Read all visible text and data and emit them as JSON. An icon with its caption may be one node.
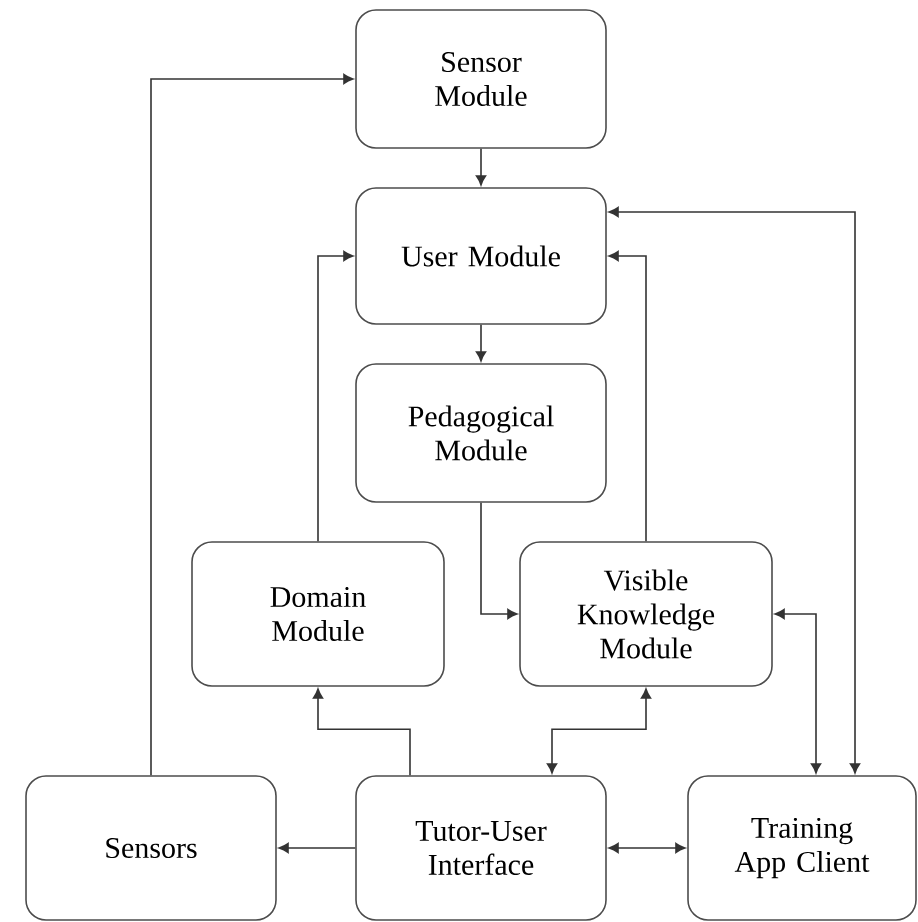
{
  "diagram": {
    "nodes": [
      {
        "text": [
          "Sensor Module"
        ]
      },
      {
        "text": [
          "User Module"
        ]
      },
      {
        "text": [
          "Pedagogical Module"
        ]
      },
      {
        "text": [
          "Domain Module"
        ]
      },
      {
        "text": [
          "Visible Knowledge Module"
        ]
      },
      {
        "text": [
          "Sensors"
        ]
      },
      {
        "text": [
          "Tutor-User Interface"
        ]
      },
      {
        "text": [
          "Training App Client"
        ]
      }
    ],
    "edges": [
      {
        "from": 5,
        "to": 0,
        "arrow": "to"
      },
      {
        "from": 0,
        "to": 1,
        "arrow": "to"
      },
      {
        "from": 1,
        "to": 2,
        "arrow": "to"
      },
      {
        "from": 3,
        "to": 1,
        "arrow": "to"
      },
      {
        "from": 4,
        "to": 1,
        "arrow": "to"
      },
      {
        "from": 1,
        "to": 7,
        "arrow": "both"
      },
      {
        "from": 2,
        "to": 4,
        "arrow": "to"
      },
      {
        "from": 6,
        "to": 3,
        "arrow": "to"
      },
      {
        "from": 6,
        "to": 4,
        "arrow": "both"
      },
      {
        "from": 4,
        "to": 7,
        "arrow": "both"
      },
      {
        "from": 6,
        "to": 5,
        "arrow": "to"
      },
      {
        "from": 6,
        "to": 7,
        "arrow": "both"
      }
    ]
  }
}
